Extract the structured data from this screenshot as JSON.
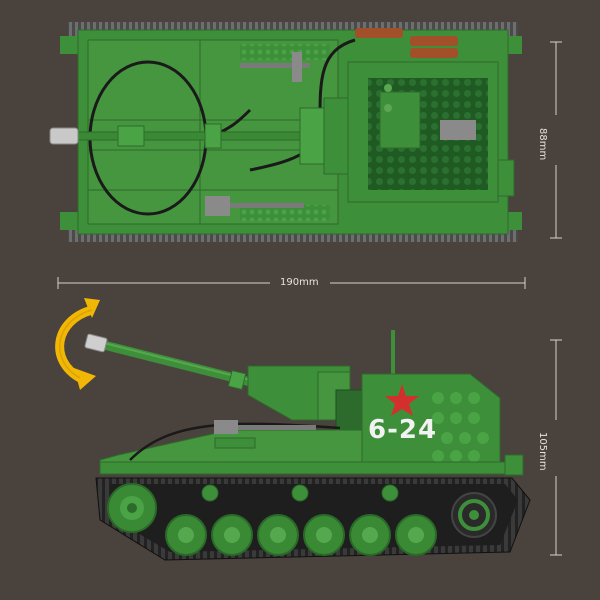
{
  "dimensions": {
    "length": "190mm",
    "width": "88mm",
    "height": "105mm"
  },
  "hull_marking": "6-24",
  "icons": {
    "rotate": "curved-double-arrow-icon",
    "star": "red-star-icon"
  },
  "colors": {
    "background": "#4a423d",
    "armor_green": "#3e8f3a",
    "armor_dark": "#2d6b2c",
    "track_dark": "#2a2a2a",
    "arrow_yellow": "#f2b705",
    "star_red": "#d32f2f"
  }
}
